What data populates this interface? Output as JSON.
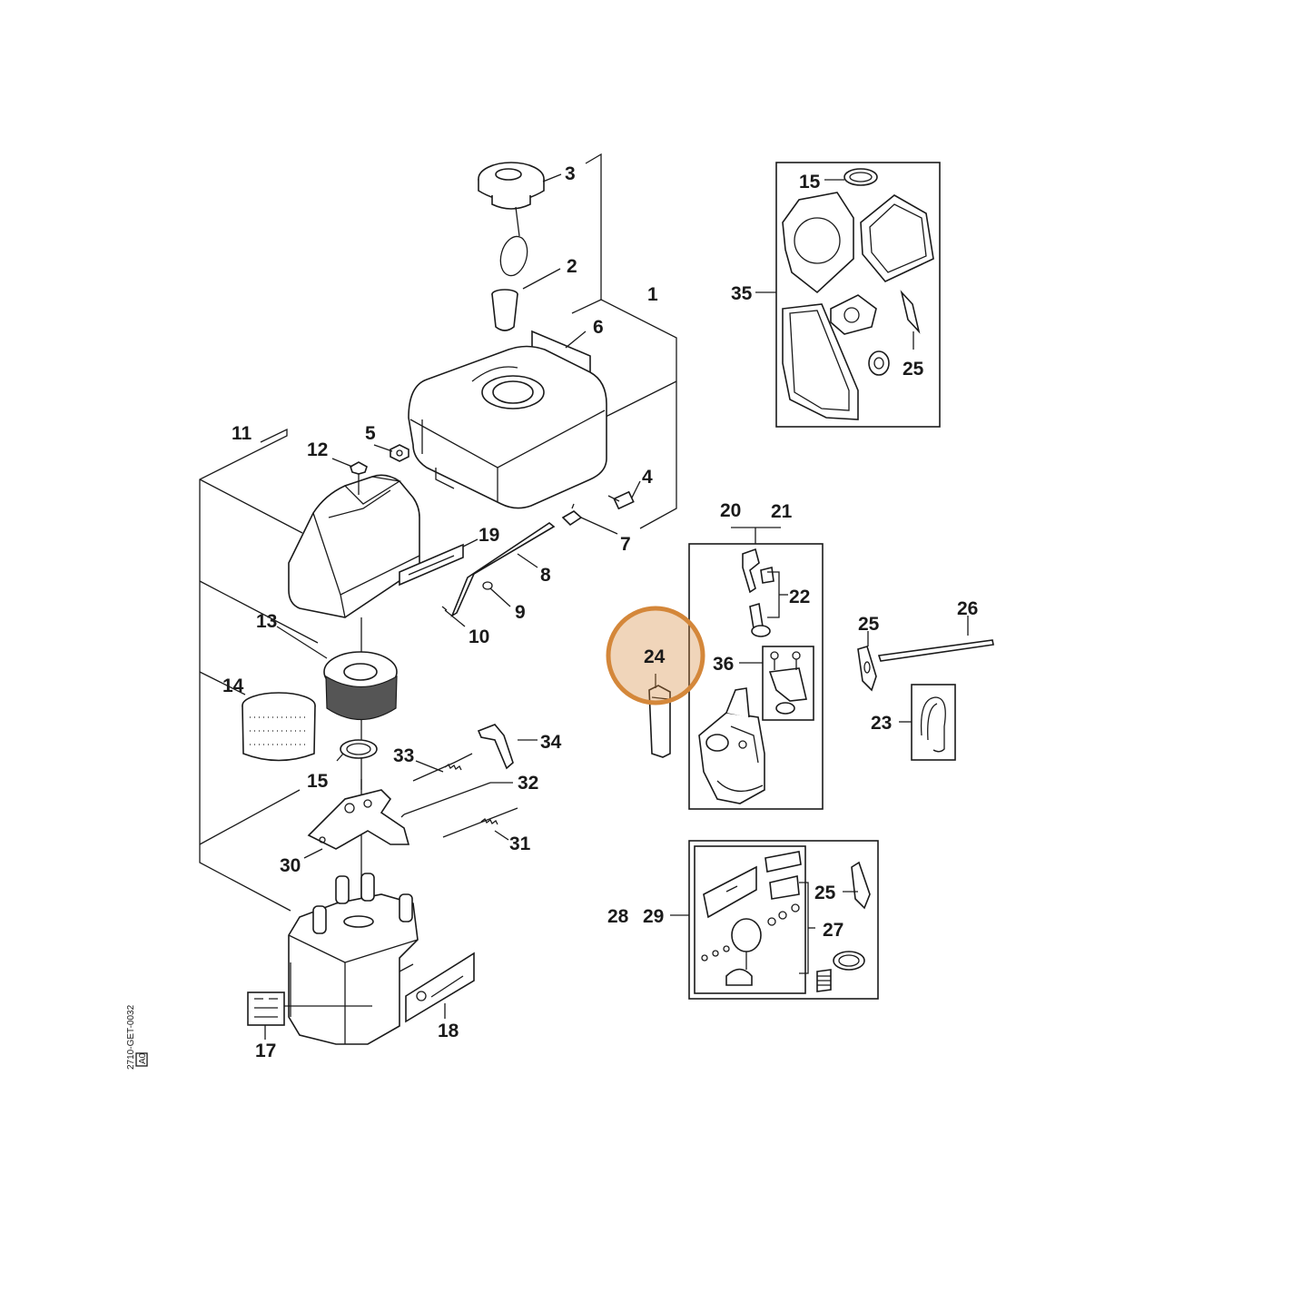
{
  "highlight": {
    "label": "24",
    "color": "#d4873a"
  },
  "labels": {
    "l1": "1",
    "l2": "2",
    "l3": "3",
    "l4": "4",
    "l5": "5",
    "l6": "6",
    "l7": "7",
    "l8": "8",
    "l9": "9",
    "l10": "10",
    "l11": "11",
    "l12": "12",
    "l13": "13",
    "l14": "14",
    "l15a": "15",
    "l15b": "15",
    "l17": "17",
    "l18": "18",
    "l19": "19",
    "l20": "20",
    "l21": "21",
    "l22": "22",
    "l23": "23",
    "l25a": "25",
    "l25b": "25",
    "l25c": "25",
    "l26": "26",
    "l27": "27",
    "l28": "28",
    "l29": "29",
    "l30": "30",
    "l31": "31",
    "l32": "32",
    "l33": "33",
    "l34": "34",
    "l35": "35",
    "l36": "36"
  },
  "drawing_code": "2710-GET-0032",
  "drawing_tag": "A0"
}
